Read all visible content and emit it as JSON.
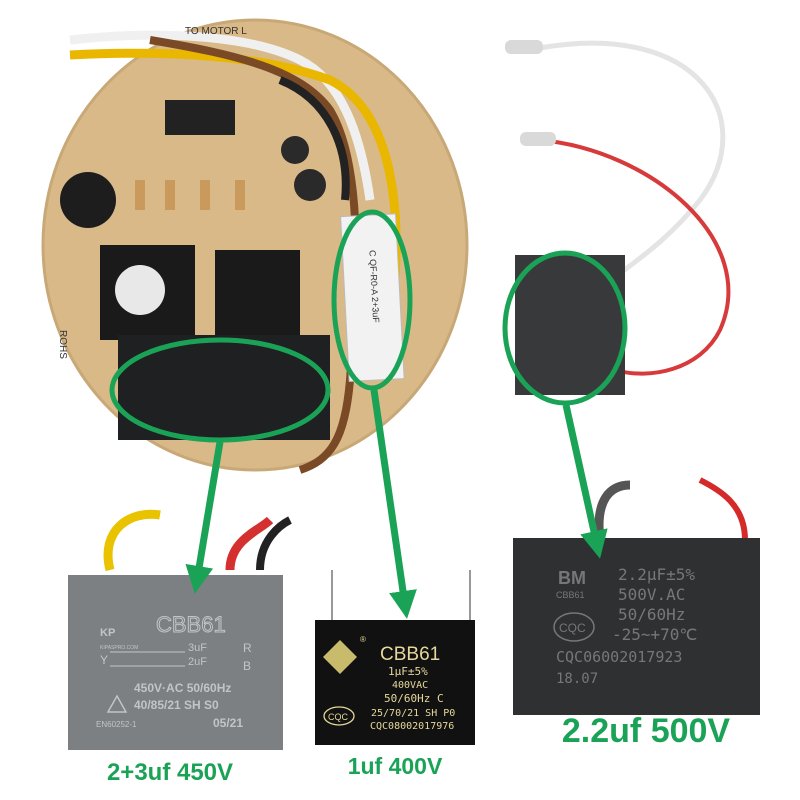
{
  "colors": {
    "accent_green": "#1aa356",
    "pcb": "#d8b987",
    "gray_cap": "#7d8083",
    "black_cap": "#111111",
    "dark_cap": "#2f3032"
  },
  "pcb": {
    "silkscreen": "TO MOTOR L",
    "rohs": "ROHS",
    "onboard_cap": "C QF-R0-A 2+3uF"
  },
  "capacitor_gray": {
    "brand": "KIPASPRO.COM",
    "model": "CBB61",
    "cap_r": "3uF",
    "pin_r": "R",
    "cap_b": "2uF",
    "pin_b": "B",
    "pin_y": "Y",
    "rating": "450V·AC 50/60Hz",
    "class": "40/85/21  SH   S0",
    "standard": "EN60252-1",
    "date": "05/21"
  },
  "capacitor_black": {
    "model": "CBB61",
    "capacitance": "1μF±5%",
    "voltage": "400VAC",
    "freq": "50/60Hz  C",
    "class": "25/70/21 SH P0",
    "cert_logo": "CQC",
    "cert_no": "CQC08002017976",
    "registered": "®"
  },
  "capacitor_dark": {
    "brand": "BM",
    "model": "CBB61",
    "capacitance": "2.2μF±5%",
    "voltage": "500V.AC",
    "freq": "50/60Hz",
    "temp": "-25~+70℃",
    "cert_logo": "CQC",
    "cert_no": "CQC06002017923",
    "date": "18.07"
  },
  "captions": {
    "gray": "2+3uf 450V",
    "black": "1uf 400V",
    "dark": "2.2uf 500V"
  }
}
